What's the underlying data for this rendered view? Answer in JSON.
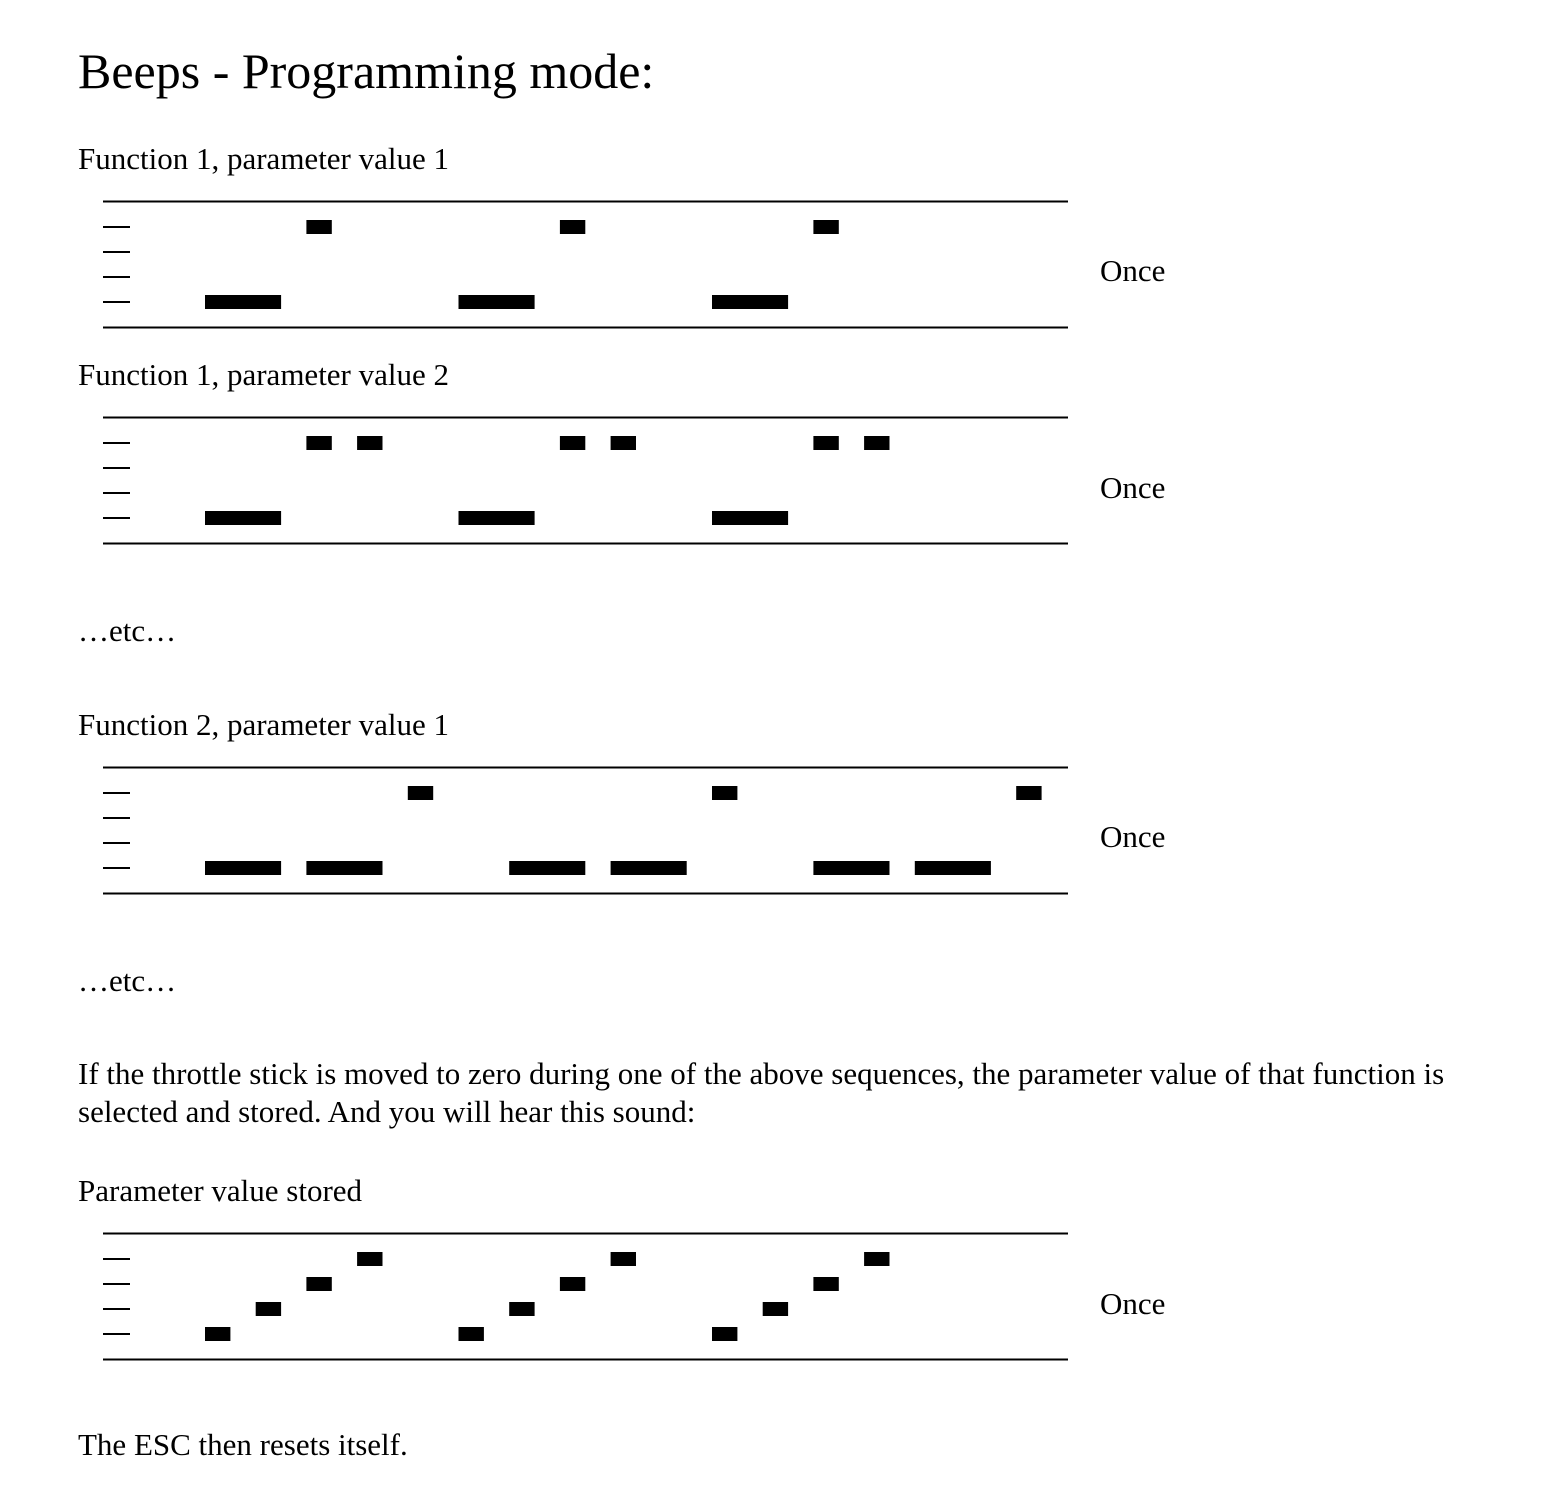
{
  "title": "Beeps - Programming mode:",
  "sections": [
    {
      "label": "Function 1, parameter value 1",
      "repeat": "Once",
      "beeps": [
        {
          "t": 0,
          "len": 3,
          "level": 1
        },
        {
          "t": 4,
          "len": 1,
          "level": 4
        },
        {
          "t": 10,
          "len": 3,
          "level": 1
        },
        {
          "t": 14,
          "len": 1,
          "level": 4
        },
        {
          "t": 20,
          "len": 3,
          "level": 1
        },
        {
          "t": 24,
          "len": 1,
          "level": 4
        }
      ]
    },
    {
      "label": "Function 1, parameter value 2",
      "repeat": "Once",
      "beeps": [
        {
          "t": 0,
          "len": 3,
          "level": 1
        },
        {
          "t": 4,
          "len": 1,
          "level": 4
        },
        {
          "t": 6,
          "len": 1,
          "level": 4
        },
        {
          "t": 10,
          "len": 3,
          "level": 1
        },
        {
          "t": 14,
          "len": 1,
          "level": 4
        },
        {
          "t": 16,
          "len": 1,
          "level": 4
        },
        {
          "t": 20,
          "len": 3,
          "level": 1
        },
        {
          "t": 24,
          "len": 1,
          "level": 4
        },
        {
          "t": 26,
          "len": 1,
          "level": 4
        }
      ]
    },
    {
      "label": "Function 2, parameter value 1",
      "repeat": "Once",
      "beeps": [
        {
          "t": 0,
          "len": 3,
          "level": 1
        },
        {
          "t": 4,
          "len": 3,
          "level": 1
        },
        {
          "t": 8,
          "len": 1,
          "level": 4
        },
        {
          "t": 12,
          "len": 3,
          "level": 1
        },
        {
          "t": 16,
          "len": 3,
          "level": 1
        },
        {
          "t": 20,
          "len": 1,
          "level": 4
        },
        {
          "t": 24,
          "len": 3,
          "level": 1
        },
        {
          "t": 28,
          "len": 3,
          "level": 1
        },
        {
          "t": 32,
          "len": 1,
          "level": 4
        }
      ]
    },
    {
      "label": "Parameter value stored",
      "repeat": "Once",
      "beeps": [
        {
          "t": 0,
          "len": 1,
          "level": 1
        },
        {
          "t": 2,
          "len": 1,
          "level": 2
        },
        {
          "t": 4,
          "len": 1,
          "level": 3
        },
        {
          "t": 6,
          "len": 1,
          "level": 4
        },
        {
          "t": 10,
          "len": 1,
          "level": 1
        },
        {
          "t": 12,
          "len": 1,
          "level": 2
        },
        {
          "t": 14,
          "len": 1,
          "level": 3
        },
        {
          "t": 16,
          "len": 1,
          "level": 4
        },
        {
          "t": 20,
          "len": 1,
          "level": 1
        },
        {
          "t": 22,
          "len": 1,
          "level": 2
        },
        {
          "t": 24,
          "len": 1,
          "level": 3
        },
        {
          "t": 26,
          "len": 1,
          "level": 4
        }
      ]
    }
  ],
  "etc_1": "…etc…",
  "etc_2": "…etc…",
  "paragraph": "If the throttle stick is moved to zero during one of the above sequences, the parameter value of that function is selected and stored. And you will hear this sound:",
  "footer": "The ESC then resets itself."
}
